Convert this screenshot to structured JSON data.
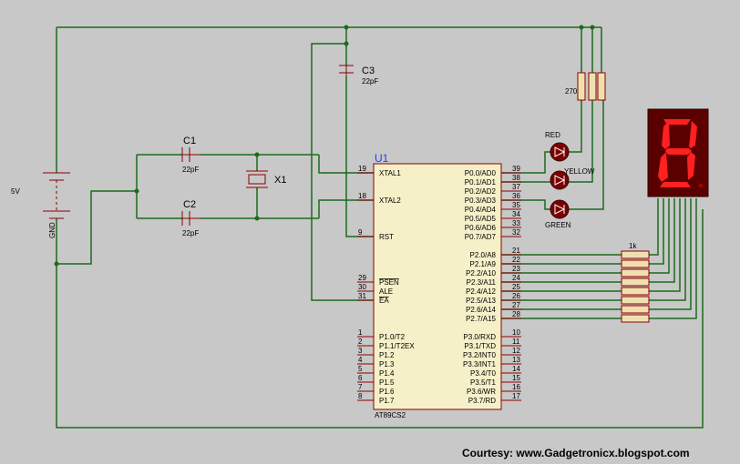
{
  "labels": {
    "battery": "5V",
    "gnd": "GND",
    "c1": "C1",
    "c1_value": "22pF",
    "c2": "C2",
    "c2_value": "22pF",
    "c3": "C3",
    "c3_value": "22pF",
    "crystal": "X1",
    "ic_ref": "U1",
    "ic_part": "AT89CS2",
    "res_top": "270",
    "res_bank": "1k",
    "led_red": "RED",
    "led_yellow": "YELLOW",
    "led_green": "GREEN"
  },
  "left_pins": [
    {
      "num": "19",
      "name": "XTAL1"
    },
    {
      "num": "18",
      "name": "XTAL2"
    },
    {
      "num": "9",
      "name": "RST"
    },
    {
      "num": "29",
      "name": "PSEN"
    },
    {
      "num": "30",
      "name": "ALE"
    },
    {
      "num": "31",
      "name": "EA"
    },
    {
      "num": "1",
      "name": "P1.0/T2"
    },
    {
      "num": "2",
      "name": "P1.1/T2EX"
    },
    {
      "num": "3",
      "name": "P1.2"
    },
    {
      "num": "4",
      "name": "P1.3"
    },
    {
      "num": "5",
      "name": "P1.4"
    },
    {
      "num": "6",
      "name": "P1.5"
    },
    {
      "num": "7",
      "name": "P1.6"
    },
    {
      "num": "8",
      "name": "P1.7"
    }
  ],
  "right_pins": [
    {
      "num": "39",
      "name": "P0.0/AD0"
    },
    {
      "num": "38",
      "name": "P0.1/AD1"
    },
    {
      "num": "37",
      "name": "P0.2/AD2"
    },
    {
      "num": "36",
      "name": "P0.3/AD3"
    },
    {
      "num": "35",
      "name": "P0.4/AD4"
    },
    {
      "num": "34",
      "name": "P0.5/AD5"
    },
    {
      "num": "33",
      "name": "P0.6/AD6"
    },
    {
      "num": "32",
      "name": "P0.7/AD7"
    },
    {
      "num": "21",
      "name": "P2.0/A8"
    },
    {
      "num": "22",
      "name": "P2.1/A9"
    },
    {
      "num": "23",
      "name": "P2.2/A10"
    },
    {
      "num": "24",
      "name": "P2.3/A11"
    },
    {
      "num": "25",
      "name": "P2.4/A12"
    },
    {
      "num": "26",
      "name": "P2.5/A13"
    },
    {
      "num": "27",
      "name": "P2.6/A14"
    },
    {
      "num": "28",
      "name": "P2.7/A15"
    },
    {
      "num": "10",
      "name": "P3.0/RXD"
    },
    {
      "num": "11",
      "name": "P3.1/TXD"
    },
    {
      "num": "12",
      "name": "P3.2/INT0"
    },
    {
      "num": "13",
      "name": "P3.3/INT1"
    },
    {
      "num": "14",
      "name": "P3.4/T0"
    },
    {
      "num": "15",
      "name": "P3.5/T1"
    },
    {
      "num": "16",
      "name": "P3.6/WR"
    },
    {
      "num": "17",
      "name": "P3.7/RD"
    }
  ],
  "footer": {
    "credit": "Courtesy: www.Gadgetronicx.blogspot.com"
  },
  "colors": {
    "background": "#c8c8c8",
    "wire": "#1a6b1a",
    "component": "#8b0000",
    "ic_fill": "#f5f0c8",
    "display_body": "#5a0000",
    "segment_on": "#ff2020",
    "resistor_fill": "#f0e0b0",
    "ref_text": "#1e3cff"
  }
}
